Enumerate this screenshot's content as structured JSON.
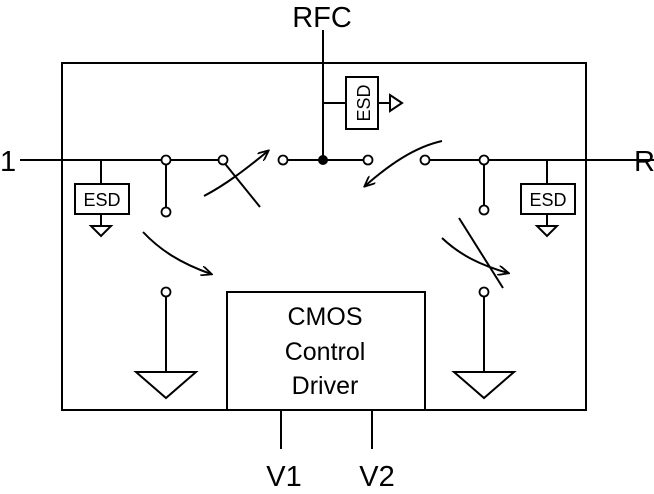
{
  "ports": {
    "rfc": "RFC",
    "rf1": "1",
    "rf2": "R",
    "v1": "V1",
    "v2": "V2"
  },
  "esd_label": "ESD",
  "driver_lines": [
    "CMOS",
    "Control",
    "Driver"
  ],
  "colors": {
    "line": "#000000",
    "background": "#ffffff"
  }
}
